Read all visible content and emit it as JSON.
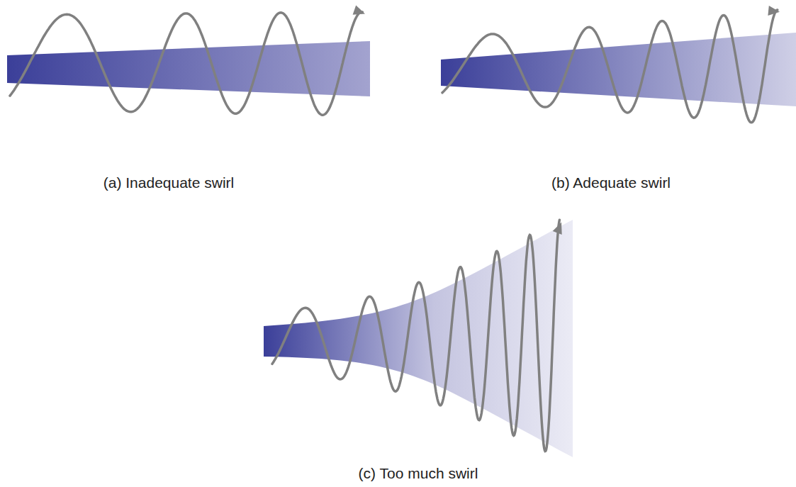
{
  "diagram": {
    "labels": [
      "(a) Inadequate swirl",
      "(b) Adequate swirl",
      "(c) Too much swirl"
    ]
  }
}
